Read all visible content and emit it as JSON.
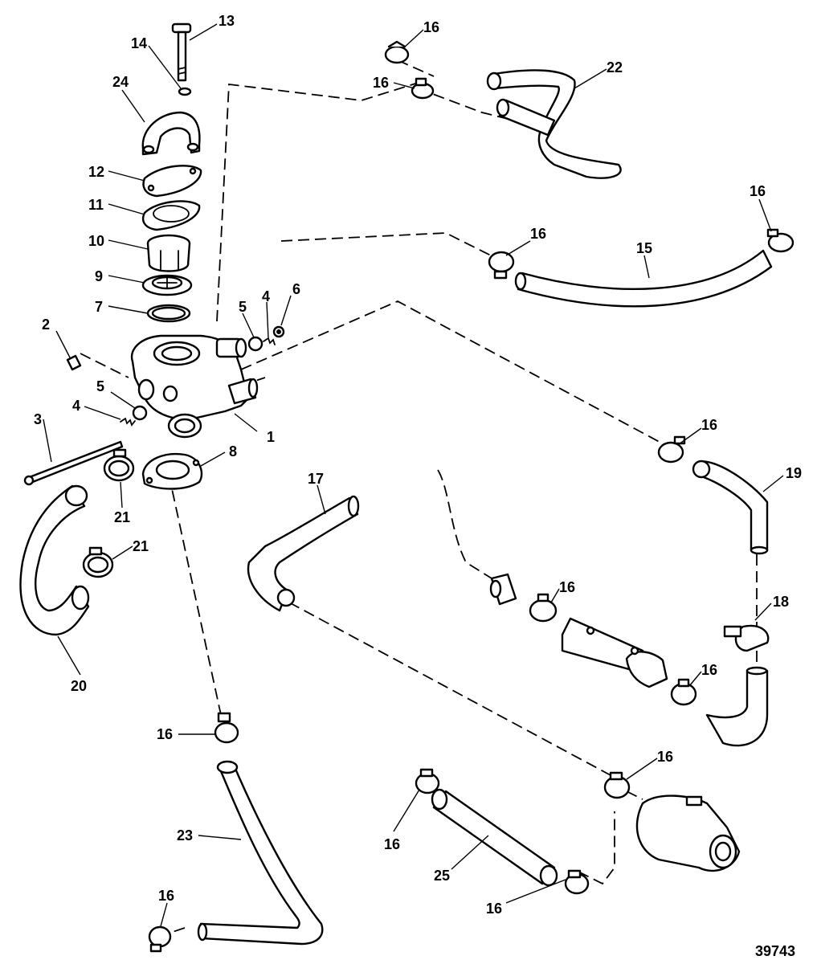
{
  "figure_number": "39743",
  "callouts": {
    "c1": "1",
    "c2": "2",
    "c3": "3",
    "c4a": "4",
    "c4b": "4",
    "c5a": "5",
    "c5b": "5",
    "c6": "6",
    "c7": "7",
    "c8": "8",
    "c9": "9",
    "c10": "10",
    "c11": "11",
    "c12": "12",
    "c13": "13",
    "c14": "14",
    "c15": "15",
    "c16a": "16",
    "c16b": "16",
    "c16c": "16",
    "c16d": "16",
    "c16e": "16",
    "c16f": "16",
    "c16g": "16",
    "c16h": "16",
    "c16i": "16",
    "c16j": "16",
    "c16k": "16",
    "c16l": "16",
    "c17": "17",
    "c18": "18",
    "c19": "19",
    "c20": "20",
    "c21a": "21",
    "c21b": "21",
    "c22": "22",
    "c23": "23",
    "c24": "24",
    "c25": "25"
  }
}
